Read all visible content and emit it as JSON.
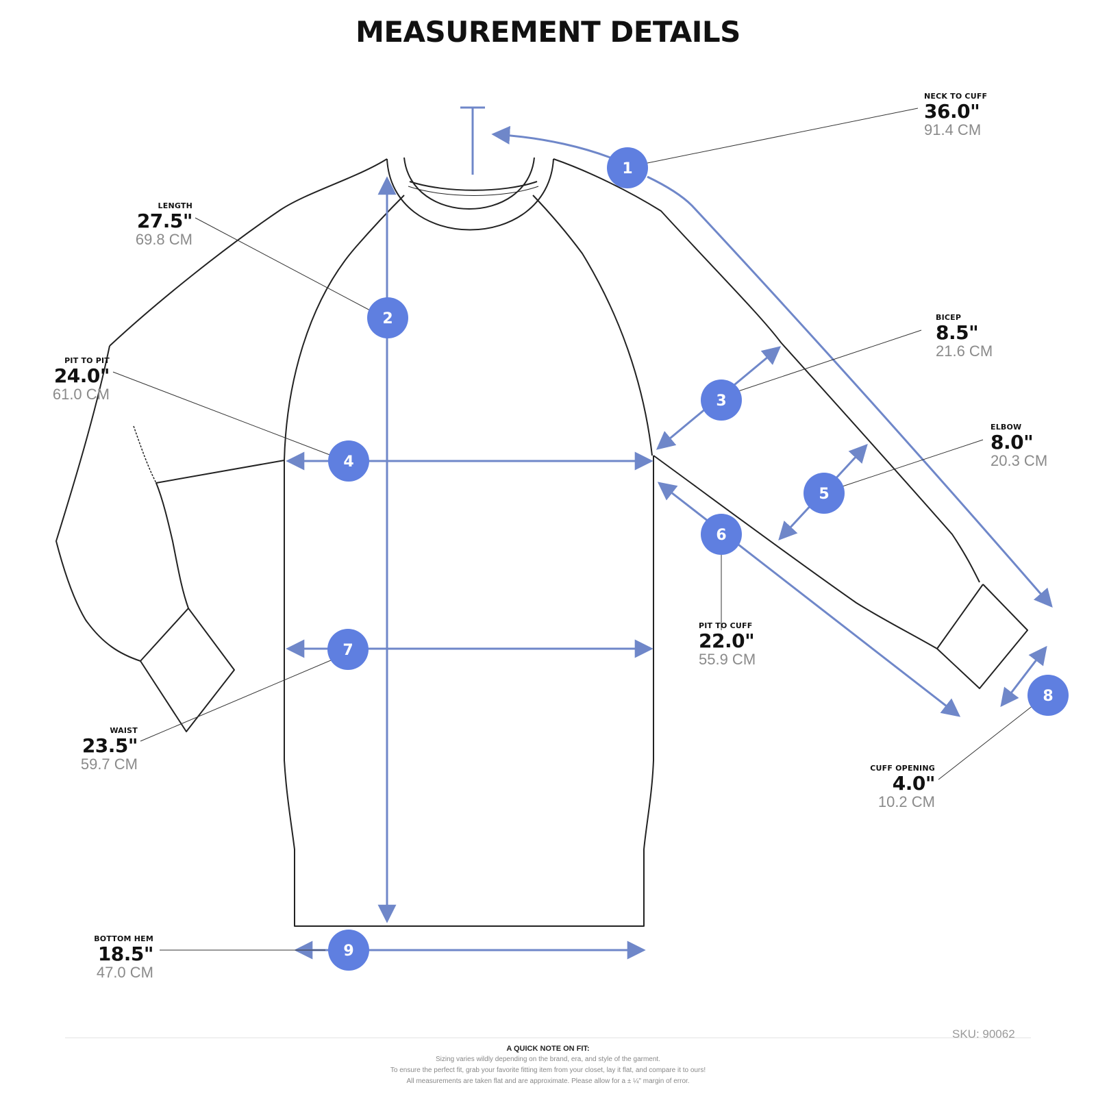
{
  "page": {
    "title": "MEASUREMENT DETAILS",
    "sku": "SKU: 90062",
    "accent_color": "#5f7fe0",
    "guide_color": "#6f87c9"
  },
  "measurements": [
    {
      "id": "neck",
      "badge": "1",
      "label": "NECK TO CUFF",
      "inches": "36.0\"",
      "cm": "91.4 CM"
    },
    {
      "id": "length",
      "badge": "2",
      "label": "LENGTH",
      "inches": "27.5\"",
      "cm": "69.8 CM"
    },
    {
      "id": "bicep",
      "badge": "3",
      "label": "BICEP",
      "inches": "8.5\"",
      "cm": "21.6 CM"
    },
    {
      "id": "pit",
      "badge": "4",
      "label": "PIT TO PIT",
      "inches": "24.0\"",
      "cm": "61.0 CM"
    },
    {
      "id": "elbow",
      "badge": "5",
      "label": "ELBOW",
      "inches": "8.0\"",
      "cm": "20.3 CM"
    },
    {
      "id": "pitcuff",
      "badge": "6",
      "label": "PIT TO CUFF",
      "inches": "22.0\"",
      "cm": "55.9 CM"
    },
    {
      "id": "waist",
      "badge": "7",
      "label": "WAIST",
      "inches": "23.5\"",
      "cm": "59.7 CM"
    },
    {
      "id": "cuff",
      "badge": "8",
      "label": "CUFF OPENING",
      "inches": "4.0\"",
      "cm": "10.2 CM"
    },
    {
      "id": "hem",
      "badge": "9",
      "label": "BOTTOM HEM",
      "inches": "18.5\"",
      "cm": "47.0 CM"
    }
  ],
  "footer": {
    "heading": "A QUICK NOTE ON FIT:",
    "lines": [
      "Sizing varies wildly depending on the brand, era, and style of the garment.",
      "To ensure the perfect fit, grab your favorite fitting item from your closet, lay it flat, and compare it to ours!",
      "All measurements are taken flat and are approximate. Please allow for a ± ¼\" margin of error."
    ]
  }
}
